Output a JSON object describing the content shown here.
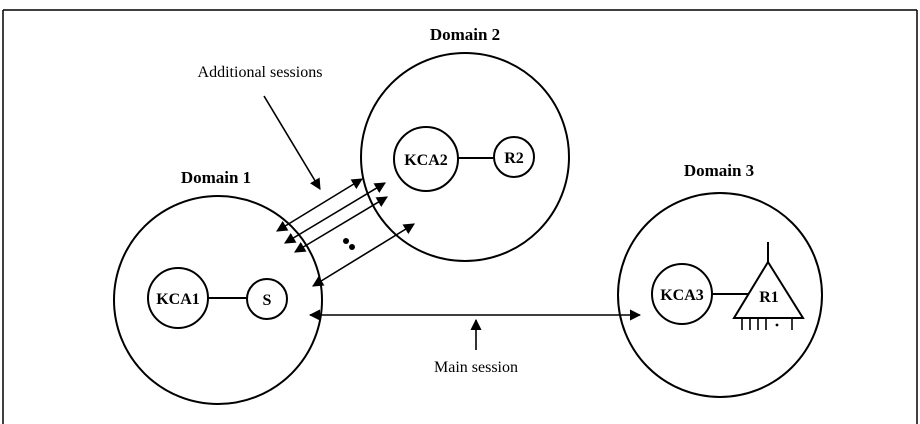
{
  "domains": [
    {
      "label": "Domain 1"
    },
    {
      "label": "Domain 2"
    },
    {
      "label": "Domain 3"
    }
  ],
  "nodes": {
    "kca1": "KCA1",
    "s": "S",
    "kca2": "KCA2",
    "r2": "R2",
    "kca3": "KCA3",
    "r1": "R1"
  },
  "annotations": {
    "additional_sessions": "Additional sessions",
    "main_session": "Main session"
  }
}
